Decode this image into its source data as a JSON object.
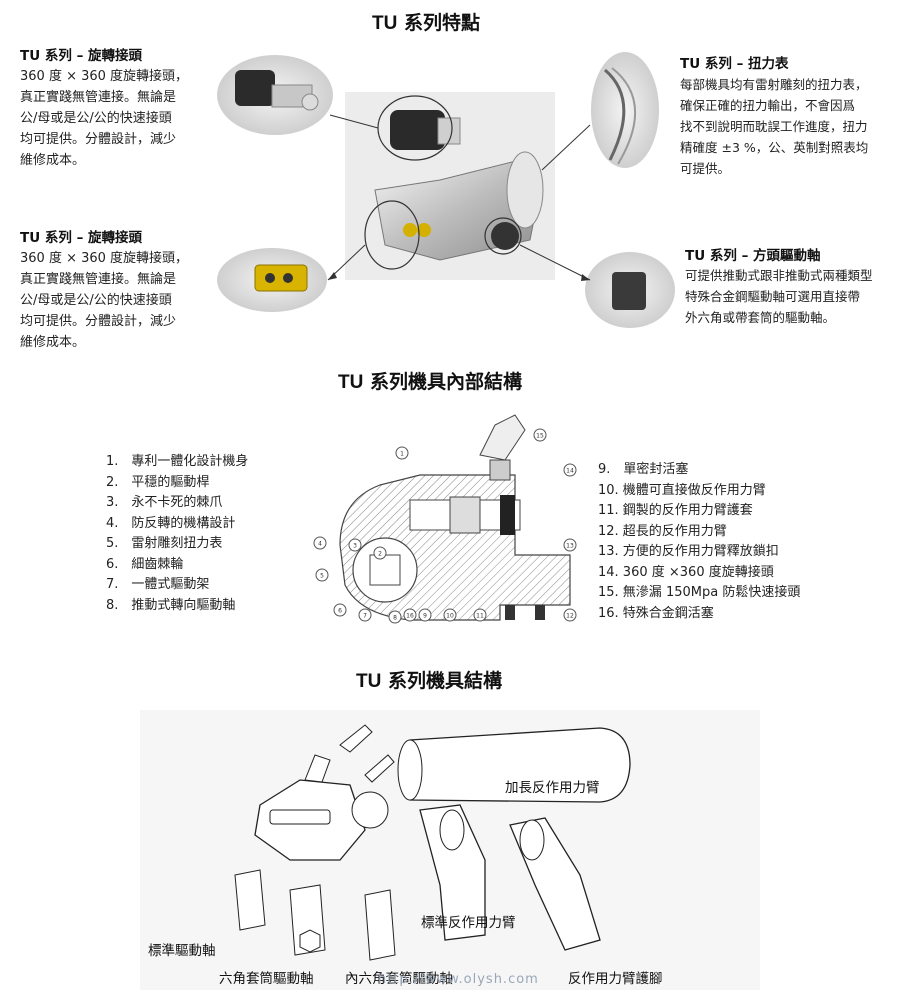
{
  "section1": {
    "title_tu": "TU",
    "title_rest": " 系列特點",
    "features": [
      {
        "title": "TU 系列 – 旋轉接頭",
        "lines": [
          "360 度 × 360 度旋轉接頭，",
          "真正實踐無管連接。無論是",
          "公/母或是公/公的快速接頭",
          "均可提供。分體設計，減少",
          "維修成本。"
        ]
      },
      {
        "title": "TU 系列 – 旋轉接頭",
        "lines": [
          "360 度 × 360 度旋轉接頭，",
          "真正實踐無管連接。無論是",
          "公/母或是公/公的快速接頭",
          "均可提供。分體設計，減少",
          "維修成本。"
        ]
      },
      {
        "title": "TU 系列 – 扭力表",
        "lines": [
          "每部機具均有雷射雕刻的扭力表，",
          "確保正確的扭力輸出，不會因爲",
          "找不到說明而耽誤工作進度，扭力",
          "精確度 ±3 %，公、英制對照表均",
          "可提供。"
        ]
      },
      {
        "title": "TU 系列 – 方頭驅動軸",
        "lines": [
          "可提供推動式跟非推動式兩種類型",
          "特殊合金鋼驅動軸可選用直接帶",
          "外六角或帶套筒的驅動軸。"
        ]
      }
    ]
  },
  "section2": {
    "title_tu": "TU",
    "title_rest": " 系列機具內部結構",
    "left_list": [
      "1.　專利一體化設計機身",
      "2.　平穩的驅動桿",
      "3.　永不卡死的棘爪",
      "4.　防反轉的機構設計",
      "5.　雷射雕刻扭力表",
      "6.　細齒棘輪",
      "7.　一體式驅動架",
      "8.　推動式轉向驅動軸"
    ],
    "right_list": [
      "9.　單密封活塞",
      "10. 機體可直接做反作用力臂",
      "11. 鋼製的反作用力臂護套",
      "12. 超長的反作用力臂",
      "13. 方便的反作用力臂釋放鎖扣",
      "14. 360 度 ×360 度旋轉接頭",
      "15. 無滲漏 150Mpa 防鬆快速接頭",
      "16. 特殊合金鋼活塞"
    ],
    "diagram_numbers": [
      "1",
      "2",
      "3",
      "4",
      "5",
      "6",
      "7",
      "8",
      "9",
      "10",
      "11",
      "12",
      "13",
      "14",
      "15",
      "16"
    ]
  },
  "section3": {
    "title_tu": "TU",
    "title_rest": " 系列機具結構",
    "labels": {
      "extended_arm": "加長反作用力臂",
      "standard_arm": "標準反作用力臂",
      "standard_drive": "標準驅動軸",
      "hex_socket_drive": "六角套筒驅動軸",
      "inner_hex_drive": "內六角套筒驅動軸",
      "arm_foot": "反作用力臂護腳"
    },
    "watermark": "http://www.olysh.com"
  }
}
